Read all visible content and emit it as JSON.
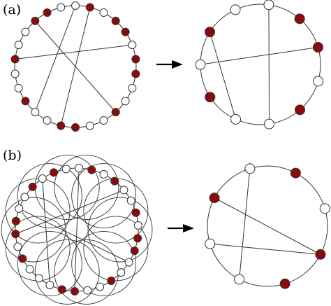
{
  "panels": [
    {
      "label": "(a)"
    },
    {
      "label": "(b)"
    }
  ],
  "colors": {
    "red_node": "#8b0a0a",
    "white_node": "#ffffff",
    "stroke": "#333333"
  },
  "graphs": {
    "a_left": {
      "nodes": [
        "white",
        "red",
        "white",
        "red",
        "red",
        "white",
        "red",
        "red",
        "white",
        "white",
        "red",
        "white",
        "white",
        "red",
        "red",
        "white",
        "white",
        "red",
        "white",
        "white",
        "red",
        "white",
        "white",
        "red",
        "red",
        "white"
      ],
      "chords": [
        [
          1,
          14
        ],
        [
          20,
          5
        ],
        [
          23,
          10
        ],
        [
          0,
          16
        ]
      ]
    },
    "a_right": {
      "nodes": [
        "white",
        "red",
        "red",
        "white",
        "red",
        "white",
        "white",
        "red",
        "white",
        "red",
        "white"
      ],
      "chords": [
        [
          0,
          5
        ],
        [
          8,
          2
        ],
        [
          9,
          6
        ]
      ]
    },
    "b_left": {
      "nodes": [
        "white",
        "red",
        "white",
        "red",
        "white",
        "white",
        "red",
        "white",
        "red",
        "red",
        "white",
        "white",
        "red",
        "white",
        "white",
        "red",
        "red",
        "white",
        "white",
        "white",
        "red",
        "white",
        "red",
        "red",
        "white",
        "white",
        "red",
        "white",
        "red",
        "white"
      ],
      "chords": [
        [
          0,
          15
        ],
        [
          4,
          22
        ],
        [
          24,
          10
        ],
        [
          27,
          17
        ]
      ]
    },
    "b_right": {
      "nodes": [
        "red",
        "white",
        "red",
        "red",
        "white",
        "white",
        "red",
        "white"
      ],
      "chords": [
        [
          7,
          4
        ],
        [
          2,
          5
        ],
        [
          6,
          2
        ]
      ]
    },
    "b_loops": {
      "count": 14
    }
  }
}
